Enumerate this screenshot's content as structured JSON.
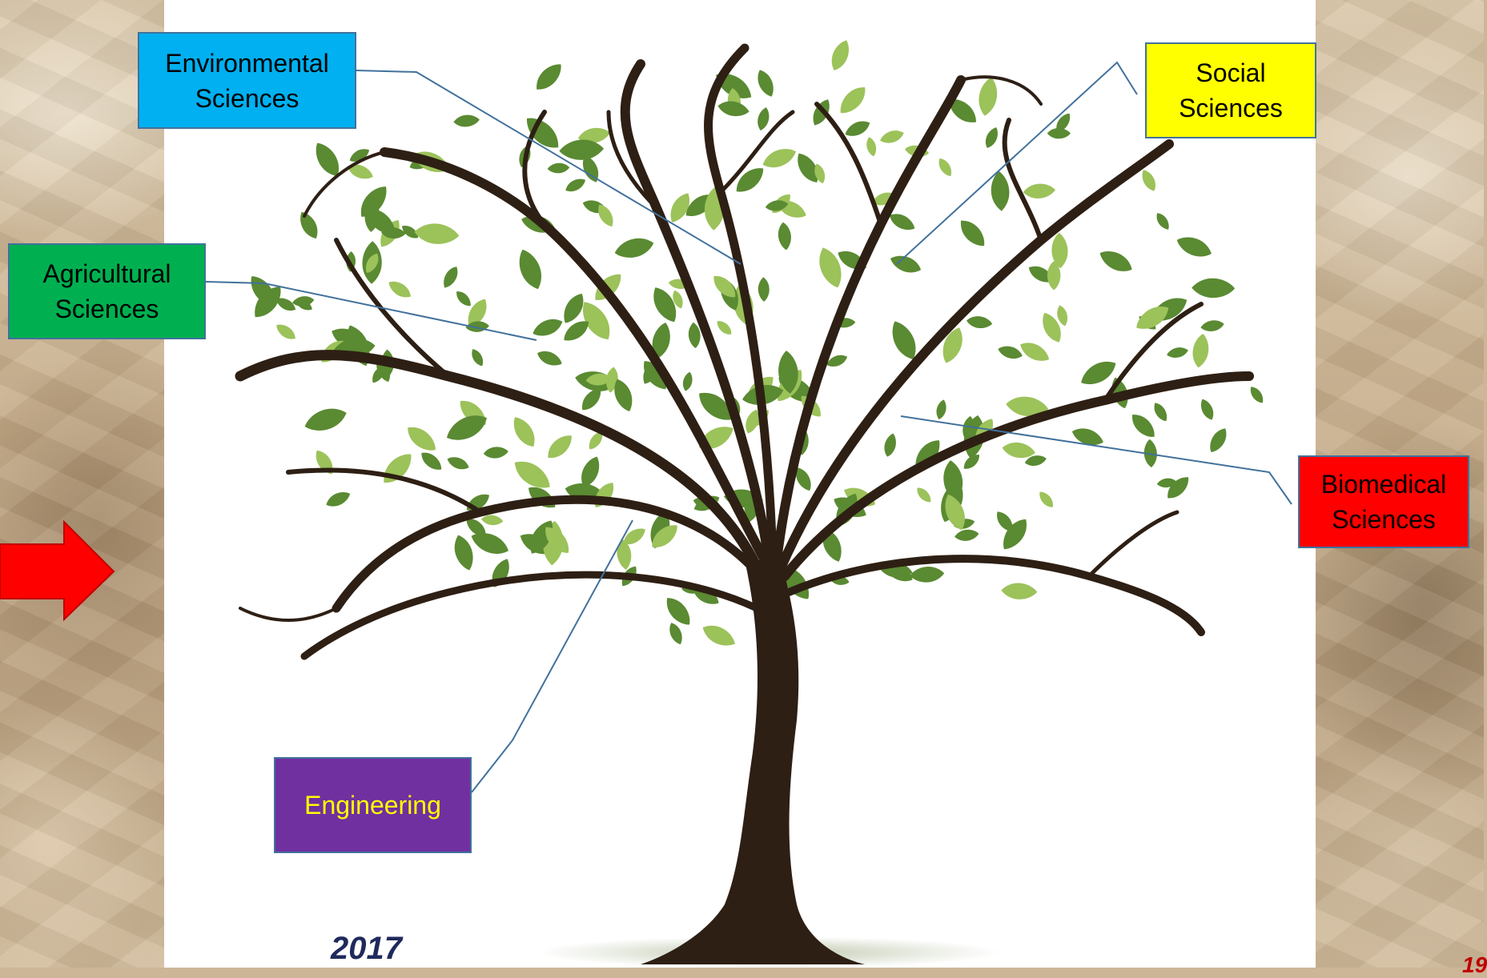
{
  "labels": {
    "environmental": "Environmental\nSciences",
    "social": "Social\nSciences",
    "agricultural": "Agricultural\nSciences",
    "biomedical": "Biomedical\nSciences",
    "engineering": "Engineering"
  },
  "year": "2017",
  "slide_number": "19",
  "colors": {
    "environmental": "#00b0f0",
    "social": "#ffff00",
    "agricultural": "#00b050",
    "biomedical": "#ff0000",
    "engineering": "#7030a0",
    "engineering_text": "#ffff00",
    "connector_lines": "#41719c",
    "trunk": "#2e1f14",
    "leaf_dark": "#5a8a32",
    "leaf_light": "#9cc25a",
    "arrow": "#ff0000"
  }
}
